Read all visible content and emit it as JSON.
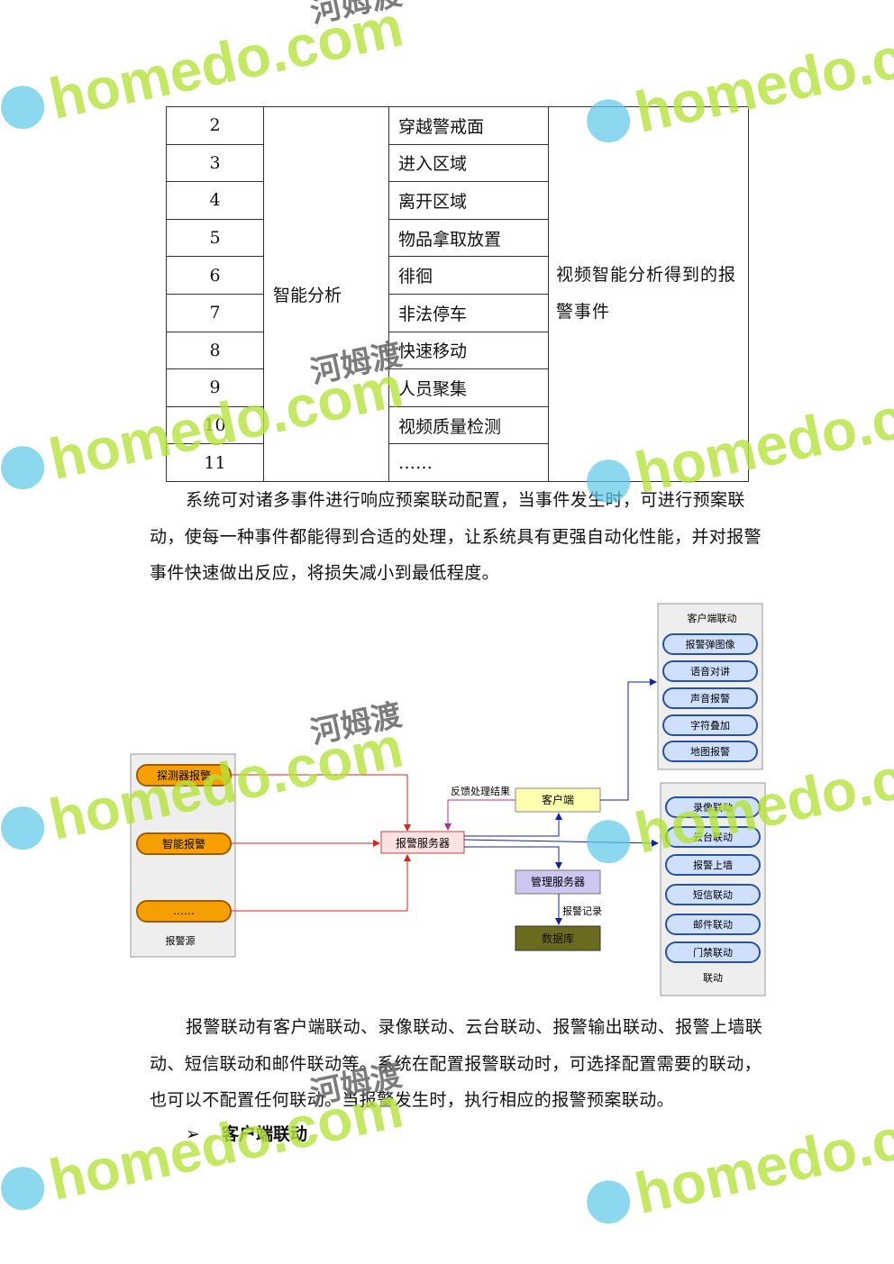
{
  "table": {
    "category": "智能分析",
    "description": "视频智能分析得到的报警事件",
    "rows": [
      {
        "num": "2",
        "event": "穿越警戒面"
      },
      {
        "num": "3",
        "event": "进入区域"
      },
      {
        "num": "4",
        "event": "离开区域"
      },
      {
        "num": "5",
        "event": "物品拿取放置"
      },
      {
        "num": "6",
        "event": "徘徊"
      },
      {
        "num": "7",
        "event": "非法停车"
      },
      {
        "num": "8",
        "event": "快速移动"
      },
      {
        "num": "9",
        "event": "人员聚集"
      },
      {
        "num": "10",
        "event": "视频质量检测"
      },
      {
        "num": "11",
        "event": "……"
      }
    ]
  },
  "para1": "系统可对诸多事件进行响应预案联动配置，当事件发生时，可进行预案联动，使每一种事件都能得到合适的处理，让系统具有更强自动化性能，并对报警事件快速做出反应，将损失减小到最低程度。",
  "diagram": {
    "sources_title": "报警源",
    "sources": [
      "探测器报警",
      "智能报警",
      "……"
    ],
    "alarm_server": "报警服务器",
    "client": "客户端",
    "feedback": "反馈处理结果",
    "mgmt_server": "管理服务器",
    "alarm_record": "报警记录",
    "database": "数据库",
    "client_linkage_title": "客户端联动",
    "client_linkage": [
      "报警弹图像",
      "语音对讲",
      "声音报警",
      "字符叠加",
      "地图报警"
    ],
    "linkage_title": "联动",
    "linkage": [
      "录像联动",
      "云台联动",
      "报警上墙",
      "短信联动",
      "邮件联动",
      "门禁联动"
    ]
  },
  "para2": "报警联动有客户端联动、录像联动、云台联动、报警输出联动、报警上墙联动、短信联动和邮件联动等。系统在配置报警联动时，可选择配置需要的联动，也可以不配置任何联动。当报警发生时，执行相应的报警预案联动。",
  "heading": {
    "bullet": "➢",
    "text": "客户端联动"
  },
  "watermark": {
    "en": "homedo.com",
    "cn": "河姆渡"
  }
}
